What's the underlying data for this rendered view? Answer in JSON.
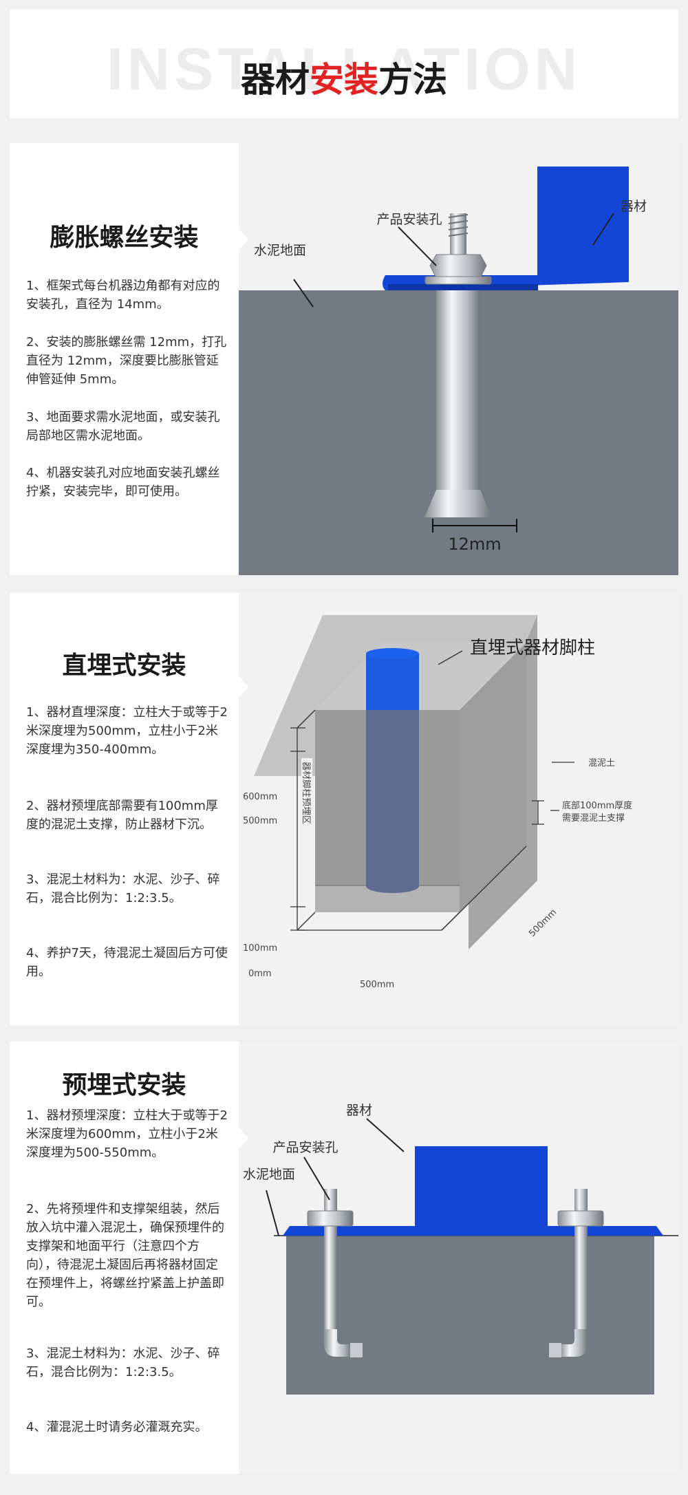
{
  "header": {
    "bg_text": "INSTALLATION",
    "title_part1": "器材",
    "title_red": "安装",
    "title_part2": "方法"
  },
  "colors": {
    "accent_red": "#e02222",
    "device_blue": "#1346d6",
    "ground_gray": "#737a83"
  },
  "sections": [
    {
      "title": "膨胀螺丝安装",
      "paragraphs": [
        "1、框架式每台机器边角都有对应的安装孔，直径为 14mm。",
        "2、安装的膨胀螺丝需 12mm，打孔直径为 12mm，深度要比膨胀管延伸管延伸 5mm。",
        "3、地面要求需水泥地面，或安装孔局部地区需水泥地面。",
        "4、机器安装孔对应地面安装孔螺丝拧紧，安装完毕，即可使用。"
      ],
      "labels": {
        "hole": "产品安装孔",
        "device": "器材",
        "ground": "水泥地面",
        "dim": "12mm"
      }
    },
    {
      "title": "直埋式安装",
      "paragraphs": [
        "1、器材直埋深度：立柱大于或等于2米深度埋为500mm，立柱小于2米深度埋为350-400mm。",
        "2、器材预埋底部需要有100mm厚度的混泥土支撑，防止器材下沉。",
        "3、混泥土材料为：水泥、沙子、碎石，混合比例为：1:2:3.5。",
        "4、养护7天，待混泥土凝固后方可使用。"
      ],
      "labels": {
        "post": "直埋式器材脚柱",
        "concrete": "混泥土",
        "bottom_note_1": "底部100mm厚度",
        "bottom_note_2": "需要混泥土支撑",
        "zone": "器材脚柱预埋区",
        "mm600": "600mm",
        "mm500": "500mm",
        "mm100": "100mm",
        "mm0": "0mm",
        "width": "500mm",
        "depth": "500mm"
      }
    },
    {
      "title": "预埋式安装",
      "paragraphs": [
        "1、器材预埋深度：立柱大于或等于2米深度埋为600mm，立柱小于2米深度埋为500-550mm。",
        "2、先将预埋件和支撑架组装，然后放入坑中灌入混泥土，确保预埋件的支撑架和地面平行（注意四个方向），待混泥土凝固后再将器材固定在预埋件上，将螺丝拧紧盖上护盖即可。",
        "3、混泥土材料为：水泥、沙子、碎石，混合比例为：1:2:3.5。",
        "4、灌混泥土时请务必灌溉充实。"
      ],
      "labels": {
        "device": "器材",
        "hole": "产品安装孔",
        "ground": "水泥地面"
      }
    }
  ]
}
